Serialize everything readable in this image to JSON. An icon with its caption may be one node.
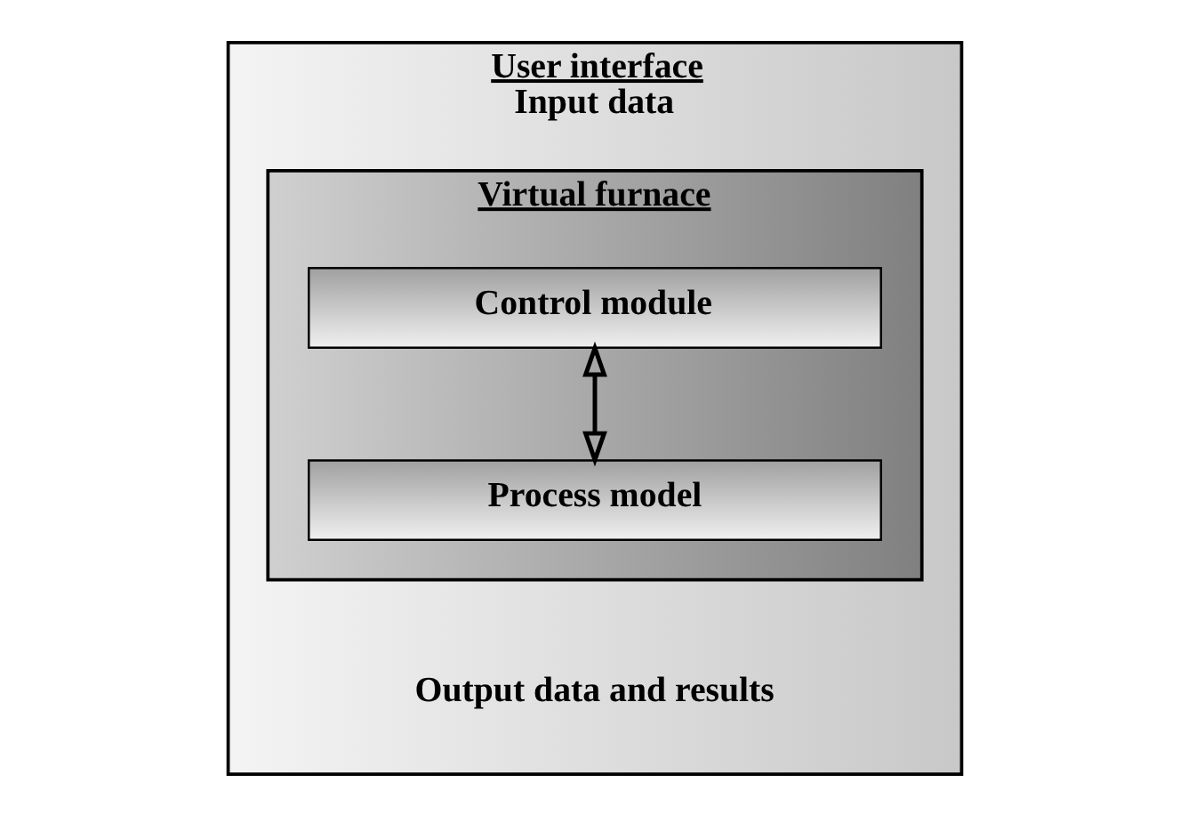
{
  "diagram": {
    "nodes": [
      {
        "text": [
          "User interface",
          "Input data",
          "Output data and results"
        ]
      },
      {
        "text": [
          "Virtual furnace"
        ],
        "in": 0
      },
      {
        "text": [
          "Control module"
        ],
        "in": 1
      },
      {
        "text": [
          "Process model"
        ],
        "in": 1
      }
    ],
    "edges": [
      {
        "from": 2,
        "to": 3,
        "arrow": "both"
      }
    ]
  }
}
